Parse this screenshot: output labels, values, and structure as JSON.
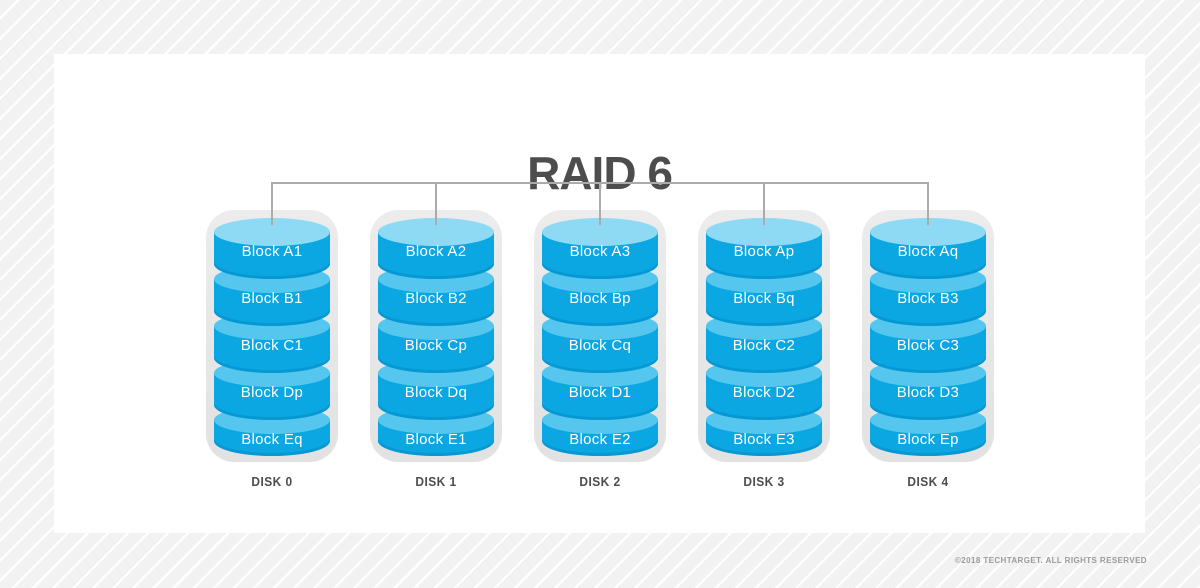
{
  "title": "RAID 6",
  "copyright": "©2018 TECHTARGET. ALL RIGHTS RESERVED",
  "colors": {
    "ink": "#4d4d4d",
    "connector_gray": "#ababab",
    "casing_gray": "#ececec",
    "body_blue": "#0ba7e2",
    "cap_blue": "#55c6ed",
    "top_cap_blue": "#8edaf4",
    "copyright_gray": "#9b9b9b",
    "card_white": "#ffffff",
    "background_gray": "#f2f2f2"
  },
  "disks": [
    {
      "label": "DISK 0",
      "blocks": [
        "Block A1",
        "Block B1",
        "Block C1",
        "Block Dp",
        "Block Eq"
      ]
    },
    {
      "label": "DISK 1",
      "blocks": [
        "Block A2",
        "Block B2",
        "Block Cp",
        "Block Dq",
        "Block E1"
      ]
    },
    {
      "label": "DISK 2",
      "blocks": [
        "Block A3",
        "Block Bp",
        "Block Cq",
        "Block D1",
        "Block E2"
      ]
    },
    {
      "label": "DISK 3",
      "blocks": [
        "Block Ap",
        "Block Bq",
        "Block C2",
        "Block D2",
        "Block E3"
      ]
    },
    {
      "label": "DISK 4",
      "blocks": [
        "Block Aq",
        "Block B3",
        "Block C3",
        "Block D3",
        "Block Ep"
      ]
    }
  ]
}
